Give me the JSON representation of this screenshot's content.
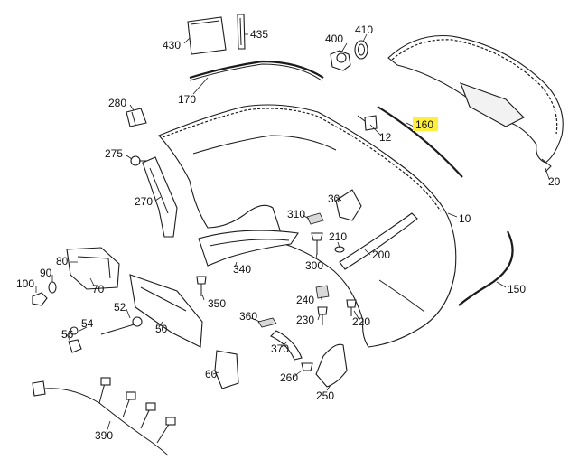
{
  "diagram": {
    "highlight_color": "#ffef3d",
    "line_color": "#1b1b1b",
    "callouts": {
      "p430": "430",
      "p435": "435",
      "p400": "400",
      "p410": "410",
      "p170": "170",
      "p280": "280",
      "p160": "160",
      "p12": "12",
      "p275": "275",
      "p20": "20",
      "p270": "270",
      "p30": "30",
      "p310": "310",
      "p10": "10",
      "p210": "210",
      "p80": "80",
      "p300": "300",
      "p200": "200",
      "p90": "90",
      "p100": "100",
      "p70": "70",
      "p340": "340",
      "p52": "52",
      "p350": "350",
      "p240": "240",
      "p150": "150",
      "p54": "54",
      "p50": "50",
      "p360": "360",
      "p230": "230",
      "p220": "220",
      "p56": "56",
      "p370": "370",
      "p60": "60",
      "p260": "260",
      "p250": "250",
      "p390": "390"
    }
  }
}
